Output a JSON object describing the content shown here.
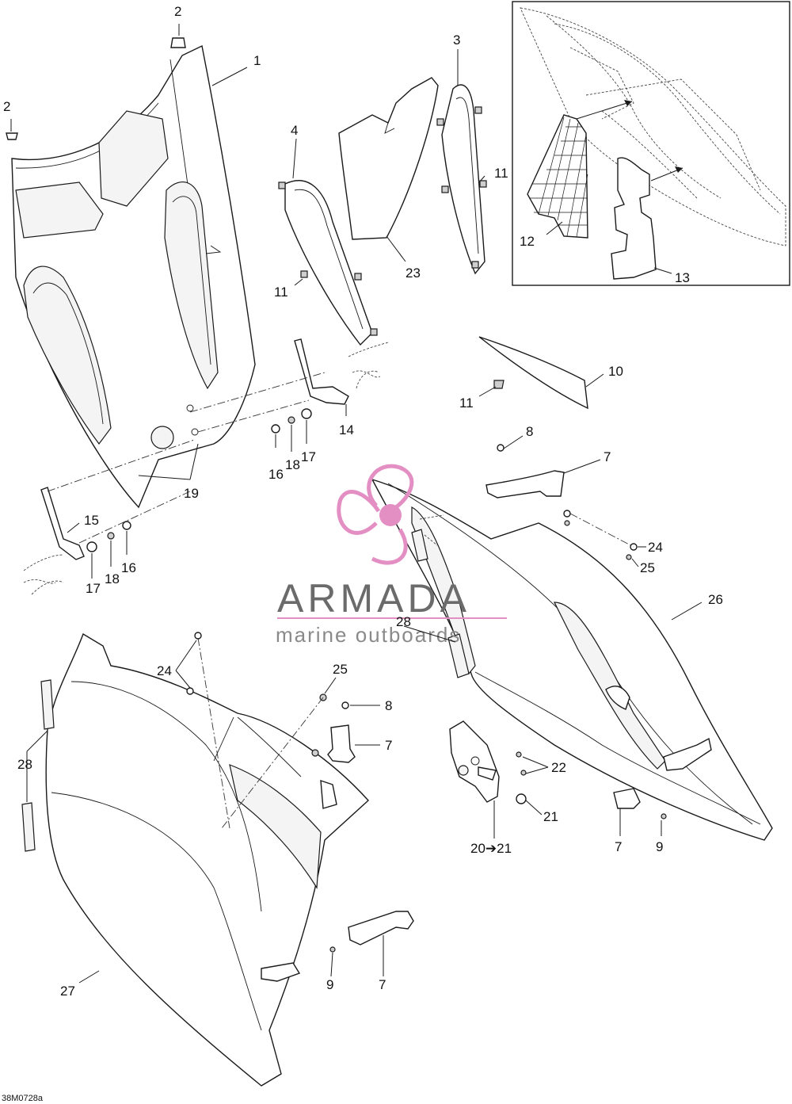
{
  "watermark": {
    "brand": "ARMADA",
    "tagline": "marine outboards",
    "accent_color": "#e48fc4",
    "icon": "propeller-logo-icon"
  },
  "drawing_code": "38M0728a",
  "callouts": [
    {
      "id": "c1",
      "label": "1"
    },
    {
      "id": "c2a",
      "label": "2"
    },
    {
      "id": "c2b",
      "label": "2"
    },
    {
      "id": "c3",
      "label": "3"
    },
    {
      "id": "c4",
      "label": "4"
    },
    {
      "id": "c7a",
      "label": "7"
    },
    {
      "id": "c7b",
      "label": "7"
    },
    {
      "id": "c7c",
      "label": "7"
    },
    {
      "id": "c7d",
      "label": "7"
    },
    {
      "id": "c8a",
      "label": "8"
    },
    {
      "id": "c8b",
      "label": "8"
    },
    {
      "id": "c9a",
      "label": "9"
    },
    {
      "id": "c9b",
      "label": "9"
    },
    {
      "id": "c10",
      "label": "10"
    },
    {
      "id": "c11a",
      "label": "11"
    },
    {
      "id": "c11b",
      "label": "11"
    },
    {
      "id": "c11c",
      "label": "11"
    },
    {
      "id": "c12",
      "label": "12"
    },
    {
      "id": "c13",
      "label": "13"
    },
    {
      "id": "c14",
      "label": "14"
    },
    {
      "id": "c15",
      "label": "15"
    },
    {
      "id": "c16a",
      "label": "16"
    },
    {
      "id": "c16b",
      "label": "16"
    },
    {
      "id": "c17a",
      "label": "17"
    },
    {
      "id": "c17b",
      "label": "17"
    },
    {
      "id": "c18a",
      "label": "18"
    },
    {
      "id": "c18b",
      "label": "18"
    },
    {
      "id": "c19",
      "label": "19"
    },
    {
      "id": "c20",
      "label": "20➔21"
    },
    {
      "id": "c21",
      "label": "21"
    },
    {
      "id": "c22",
      "label": "22"
    },
    {
      "id": "c23",
      "label": "23"
    },
    {
      "id": "c24a",
      "label": "24"
    },
    {
      "id": "c24b",
      "label": "24"
    },
    {
      "id": "c25a",
      "label": "25"
    },
    {
      "id": "c25b",
      "label": "25"
    },
    {
      "id": "c26",
      "label": "26"
    },
    {
      "id": "c27",
      "label": "27"
    },
    {
      "id": "c28a",
      "label": "28"
    },
    {
      "id": "c28b",
      "label": "28"
    }
  ]
}
